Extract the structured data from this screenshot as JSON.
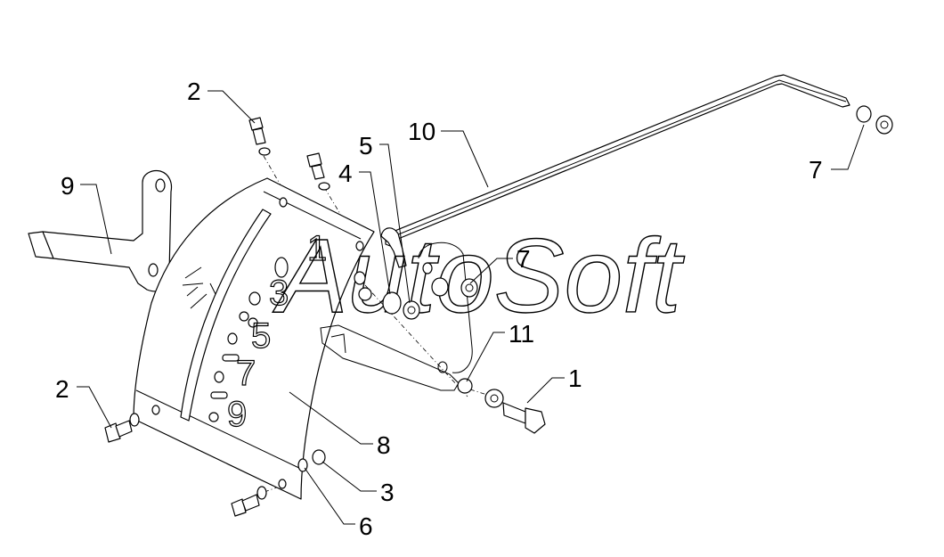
{
  "watermark": "AutoSoft",
  "callouts": {
    "c1": "1",
    "c2a": "2",
    "c2b": "2",
    "c3": "3",
    "c4": "4",
    "c5": "5",
    "c6": "6",
    "c7a": "7",
    "c7b": "7",
    "c8": "8",
    "c9": "9",
    "c10": "10",
    "c11": "11"
  },
  "gate_numbers": [
    "1",
    "3",
    "5",
    "7",
    "9"
  ]
}
